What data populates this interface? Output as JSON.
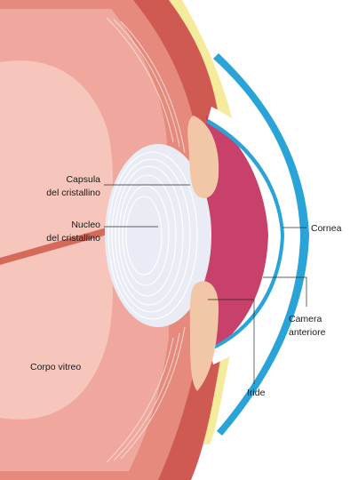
{
  "labels": {
    "capsula_line1": "Capsula",
    "capsula_line2": "del cristallino",
    "nucleo_line1": "Nucleo",
    "nucleo_line2": "del cristallino",
    "cornea": "Cornea",
    "camera_line1": "Camera",
    "camera_line2": "anteriore",
    "iride": "Iride",
    "corpo_vitreo": "Corpo vitreo"
  },
  "colors": {
    "vitreous_inner": "#f6c6bc",
    "vitreous_outer": "#f0a89e",
    "ciliary": "#e58a7c",
    "sclera": "#cf5a52",
    "anterior_chamber": "#c8416a",
    "cornea_fill": "#ffffff",
    "cornea_edge": "#2aa4d8",
    "lens": "#e9ecf5",
    "lens_rings": "#ffffff",
    "iris": "#f1c7a8",
    "yellow_layer": "#f4ec9c",
    "optic_streak": "#d56a5a"
  }
}
